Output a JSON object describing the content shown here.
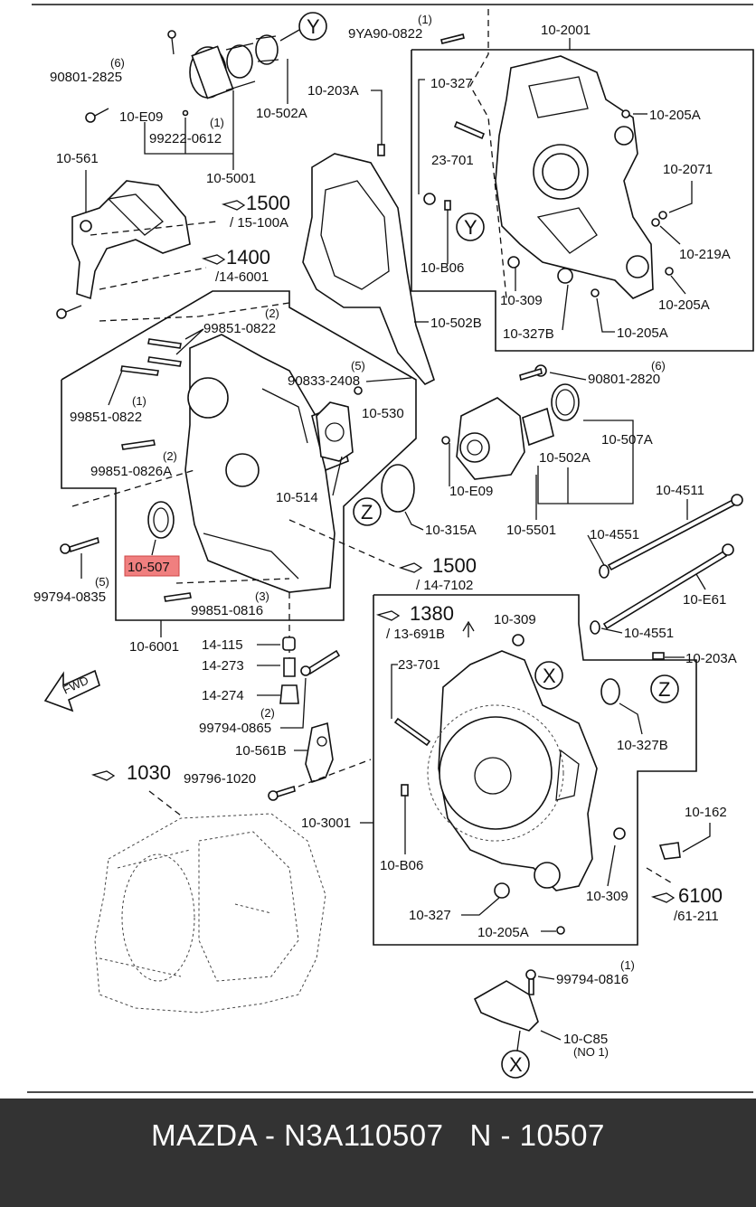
{
  "footer": {
    "caption": "MAZDA - N3A110507   N - 10507"
  },
  "highlight": {
    "part": "10-507",
    "color": "#f07f7f"
  },
  "labels": {
    "p90801_2825_qty": "(6)",
    "p90801_2825": "90801-2825",
    "p10_E09_top": "10-E09",
    "p99222_qty": "(1)",
    "p99222": "99222-0612",
    "p10_502A_top": "10-502A",
    "p10_5001": "10-5001",
    "p9YA90_qty": "(1)",
    "p9YA90": "9YA90-0822",
    "p10_203A_top": "10-203A",
    "p10_2001": "10-2001",
    "p10_327_top": "10-327",
    "p10_205A_1": "10-205A",
    "p23_701_top": "23-701",
    "p10_2071": "10-2071",
    "p10_219A": "10-219A",
    "p10_B06_top": "10-B06",
    "p10_309_top": "10-309",
    "p10_205A_2": "10-205A",
    "p10_327B_top": "10-327B",
    "p10_205A_3": "10-205A",
    "p10_561": "10-561",
    "ref1500_a": "1500",
    "ref1500_a_sub": "/ 15-100A",
    "ref1400": "1400",
    "ref1400_sub": "/14-6001",
    "p99851_0822_a_qty": "(2)",
    "p99851_0822_a": "99851-0822",
    "p10_502B": "10-502B",
    "p90833_qty": "(5)",
    "p90833": "90833-2408",
    "p10_530": "10-530",
    "p99851_0822_b_qty": "(1)",
    "p99851_0822_b": "99851-0822",
    "p99851_0826A_qty": "(2)",
    "p99851_0826A": "99851-0826A",
    "p10_514": "10-514",
    "p90801_2820_qty": "(6)",
    "p90801_2820": "90801-2820",
    "p10_507A": "10-507A",
    "p10_502A_mid": "10-502A",
    "p10_E09_mid": "10-E09",
    "p10_315A": "10-315A",
    "p10_5501": "10-5501",
    "p10_4511": "10-4511",
    "p10_4551_a": "10-4551",
    "p10_E61": "10-E61",
    "p10_4551_b": "10-4551",
    "p99794_0835_qty": "(5)",
    "p99794_0835": "99794-0835",
    "p99851_0816_qty": "(3)",
    "p99851_0816": "99851-0816",
    "ref1500_b": "1500",
    "ref1500_b_sub": "/ 14-7102",
    "ref1380": "1380",
    "ref1380_sub": "/ 13-691B",
    "p10_309_mid": "10-309",
    "p10_203A_mid": "10-203A",
    "p10_6001": "10-6001",
    "p14_115": "14-115",
    "p14_273": "14-273",
    "p14_274": "14-274",
    "p23_701_mid": "23-701",
    "p99794_0865_qty": "(2)",
    "p99794_0865": "99794-0865",
    "p10_327B_mid": "10-327B",
    "p10_561B": "10-561B",
    "p99796_1020": "99796-1020",
    "ref1030": "1030",
    "p10_3001": "10-3001",
    "p10_162": "10-162",
    "p10_B06_mid": "10-B06",
    "ref6100": "6100",
    "ref6100_sub": "/61-211",
    "p10_309_low": "10-309",
    "p10_327_low": "10-327",
    "p10_205A_low": "10-205A",
    "p99794_0816_qty": "(1)",
    "p99794_0816": "99794-0816",
    "p10_C85": "10-C85",
    "p10_C85_note": "(NO 1)",
    "callout_Y": "Y",
    "callout_Z": "Z",
    "callout_X": "X",
    "fwd": "FWD"
  }
}
